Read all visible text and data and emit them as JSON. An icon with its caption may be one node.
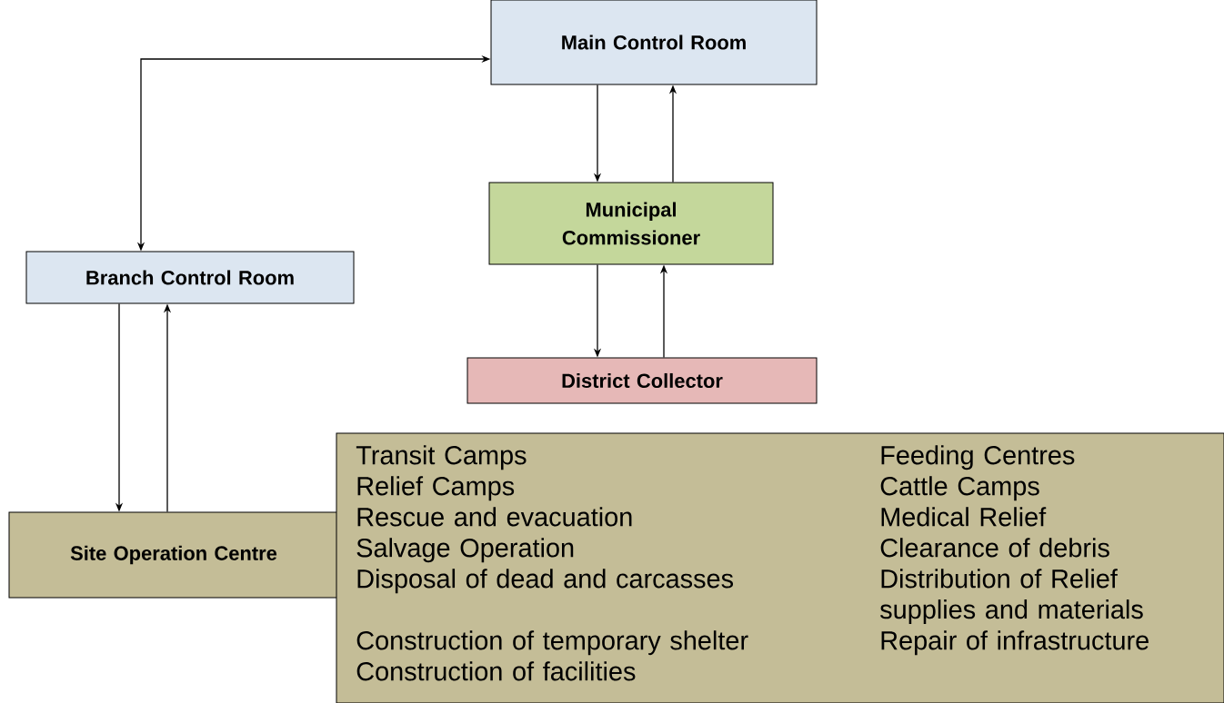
{
  "diagram": {
    "nodes": [
      {
        "text": [
          "Main Control Room"
        ]
      },
      {
        "text": [
          "Municipal Commissioner"
        ]
      },
      {
        "text": [
          "Branch Control Room"
        ]
      },
      {
        "text": [
          "District Collector"
        ]
      },
      {
        "text": [
          "Site Operation Centre"
        ]
      },
      {
        "text": [
          "Transit Camps",
          "Relief Camps",
          "Rescue and evacuation",
          "Salvage Operation",
          "Disposal of dead and carcasses",
          "Construction of temporary shelter",
          "Construction of facilities",
          "Feeding Centres",
          "Cattle Camps",
          "Medical Relief",
          "Clearance of debris",
          "Distribution of Relief supplies and materials",
          "Repair of infrastructure"
        ]
      }
    ],
    "edges": [
      {
        "from": 2,
        "to": 0,
        "arrow": "both"
      },
      {
        "from": 0,
        "to": 1,
        "arrow": "to"
      },
      {
        "from": 1,
        "to": 0,
        "arrow": "to"
      },
      {
        "from": 1,
        "to": 3,
        "arrow": "to"
      },
      {
        "from": 3,
        "to": 1,
        "arrow": "to"
      },
      {
        "from": 2,
        "to": 4,
        "arrow": "to"
      },
      {
        "from": 4,
        "to": 2,
        "arrow": "to"
      }
    ]
  }
}
